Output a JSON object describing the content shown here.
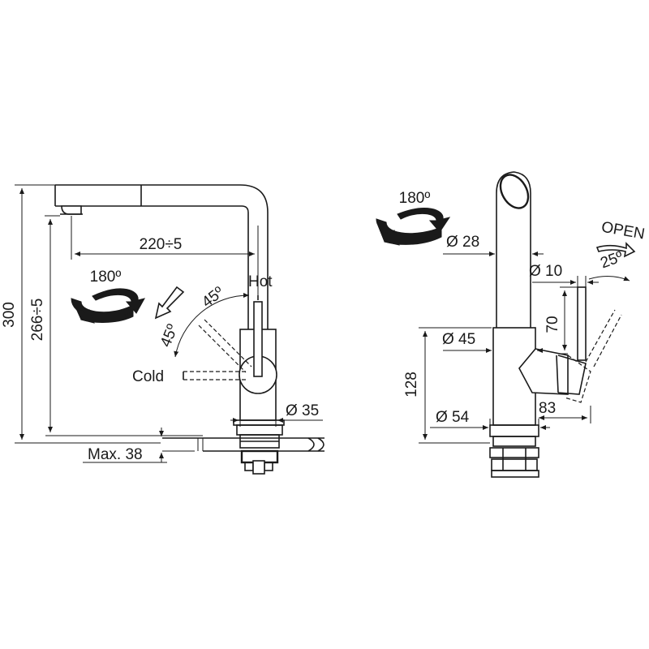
{
  "left_view": {
    "height_total": "300",
    "height_spout": "266÷5",
    "reach": "220÷5",
    "rotation": "180º",
    "lever_angle_hot": "45º",
    "lever_angle_cold": "45º",
    "hot_label": "Hot",
    "cold_label": "Cold",
    "base_diameter": "Ø 35",
    "max_thickness": "Max. 38"
  },
  "right_view": {
    "rotation": "180º",
    "spout_diameter": "Ø 28",
    "lever_diameter": "Ø 10",
    "open_label": "OPEN",
    "open_angle": "25º",
    "lever_height": "70",
    "body_diameter": "Ø 45",
    "body_height": "128",
    "lever_offset": "83",
    "base_diameter": "Ø 54"
  }
}
